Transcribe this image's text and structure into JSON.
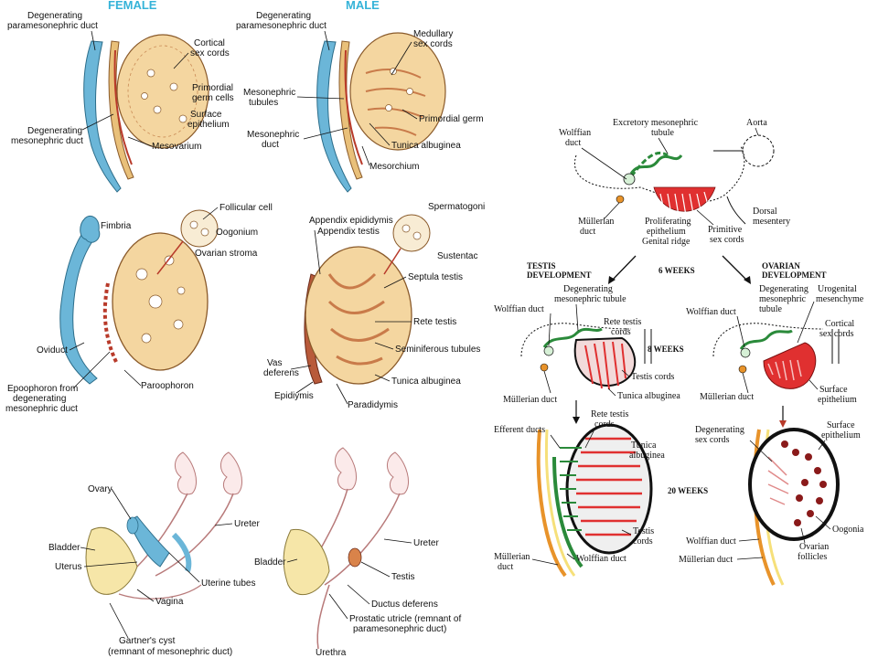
{
  "left": {
    "female_header": "FEMALE",
    "male_header": "MALE",
    "row1_female": {
      "degen_paramesonephric": [
        "Degenerating",
        "paramesonephric duct"
      ],
      "cortical_cords": [
        "Cortical",
        "sex cords"
      ],
      "primordial_germ": [
        "Primordial",
        "germ cells"
      ],
      "surface_epi": [
        "Surface",
        "epithelium"
      ],
      "degen_mesonephric": [
        "Degenerating",
        "mesonephric duct"
      ],
      "mesovarium": "Mesovarium"
    },
    "row1_male": {
      "degen_paramesonephric": [
        "Degenerating",
        "paramesonephric duct"
      ],
      "medullary_cords": [
        "Medullary",
        "sex cords"
      ],
      "mesonephric_tubules": [
        "Mesonephric",
        "tubules"
      ],
      "primordial_germ": "Primordial germ",
      "mesonephric_duct": [
        "Mesonephric",
        "duct"
      ],
      "tunica_albuginea": "Tunica albuginea",
      "mesorchium": "Mesorchium"
    },
    "row2_female": {
      "fimbria": "Fimbria",
      "follicular_cell": "Follicular cell",
      "oogonium": "Oogonium",
      "ovarian_stroma": "Ovarian stroma",
      "oviduct": "Oviduct",
      "epoophoron": [
        "Epoophoron from",
        "degenerating",
        "mesonephric duct"
      ],
      "paroophoron": "Paroophoron"
    },
    "row2_male": {
      "spermatogonia": "Spermatogoni",
      "appendix_epididymis": "Appendix epididymis",
      "appendix_testis": "Appendix testis",
      "sustentacular": "Sustentac",
      "septula_testis": "Septula testis",
      "rete_testis": "Rete testis",
      "seminiferous": "Seminiferous tubules",
      "vas_deferens": [
        "Vas",
        "deferens"
      ],
      "tunica_albuginea": "Tunica albuginea",
      "epididymis": "Epidiymis",
      "paradidymis": "Paradidymis"
    },
    "row3_female": {
      "ovary": "Ovary",
      "ureter": "Ureter",
      "bladder": "Bladder",
      "uterus": "Uterus",
      "uterine_tubes": "Uterine tubes",
      "vagina": "Vagina",
      "gartner": [
        "Gartner's cyst",
        "(remnant of mesonephric duct)"
      ]
    },
    "row3_male": {
      "ureter": "Ureter",
      "bladder": "Bladder",
      "testis": "Testis",
      "ductus_deferens": "Ductus deferens",
      "prostatic_utricle": [
        "Prostatic utricle (remnant of",
        "paramesonephric duct)"
      ],
      "urethra": "Urethra"
    }
  },
  "right": {
    "top": {
      "wolffian_duct": [
        "Wolffian",
        "duct"
      ],
      "excretory_tubule": [
        "Excretory mesonephric",
        "tubule"
      ],
      "aorta": "Aorta",
      "mullerian_duct": [
        "Müllerian",
        "duct"
      ],
      "proliferating": [
        "Proliferating",
        "epithelium",
        "Genital ridge"
      ],
      "primitive_cords": [
        "Primitive",
        "sex cords"
      ],
      "dorsal_mesentery": [
        "Dorsal",
        "mesentery"
      ]
    },
    "testis_header": [
      "TESTIS",
      "DEVELOPMENT"
    ],
    "six_weeks": "6 WEEKS",
    "ovarian_header": [
      "OVARIAN",
      "DEVELOPMENT"
    ],
    "testis8": {
      "degen_tubule": [
        "Degenerating",
        "mesonephric tubule"
      ],
      "wolffian_duct": "Wolffian duct",
      "rete_cords": [
        "Rete testis",
        "cords"
      ],
      "testis_cords": "Testis cords",
      "tunica": "Tunica albuginea",
      "mullerian_duct": "Müllerian duct"
    },
    "eight_weeks": "8 WEEKS",
    "ovary8": {
      "degen_tubule": [
        "Degenerating",
        "mesonephric",
        "tubule"
      ],
      "urogenital": [
        "Urogenital",
        "mesenchyme"
      ],
      "wolffian_duct": "Wolffian duct",
      "cortical": [
        "Cortical",
        "sex cords"
      ],
      "surface_epi": [
        "Surface",
        "epithelium"
      ],
      "mullerian_duct": "Müllerian duct"
    },
    "testis20": {
      "efferent": "Efferent ducts",
      "rete_cords": [
        "Rete testis",
        "cords"
      ],
      "tunica": [
        "Tunica",
        "albuginea"
      ],
      "testis_cords": [
        "Testis",
        "cords"
      ],
      "mullerian_duct": [
        "Müllerian",
        "duct"
      ],
      "wolffian_duct": "Wolffian duct"
    },
    "twenty_weeks": "20 WEEKS",
    "ovary20": {
      "degen_cords": [
        "Degenerating",
        "sex cords"
      ],
      "surface_epi": [
        "Surface",
        "epithelium"
      ],
      "oogonia": "Oogonia",
      "wolffian_duct": "Wolffian duct",
      "ovarian_follicles": [
        "Ovarian",
        "follicles"
      ],
      "mullerian_duct": "Müllerian duct"
    }
  }
}
